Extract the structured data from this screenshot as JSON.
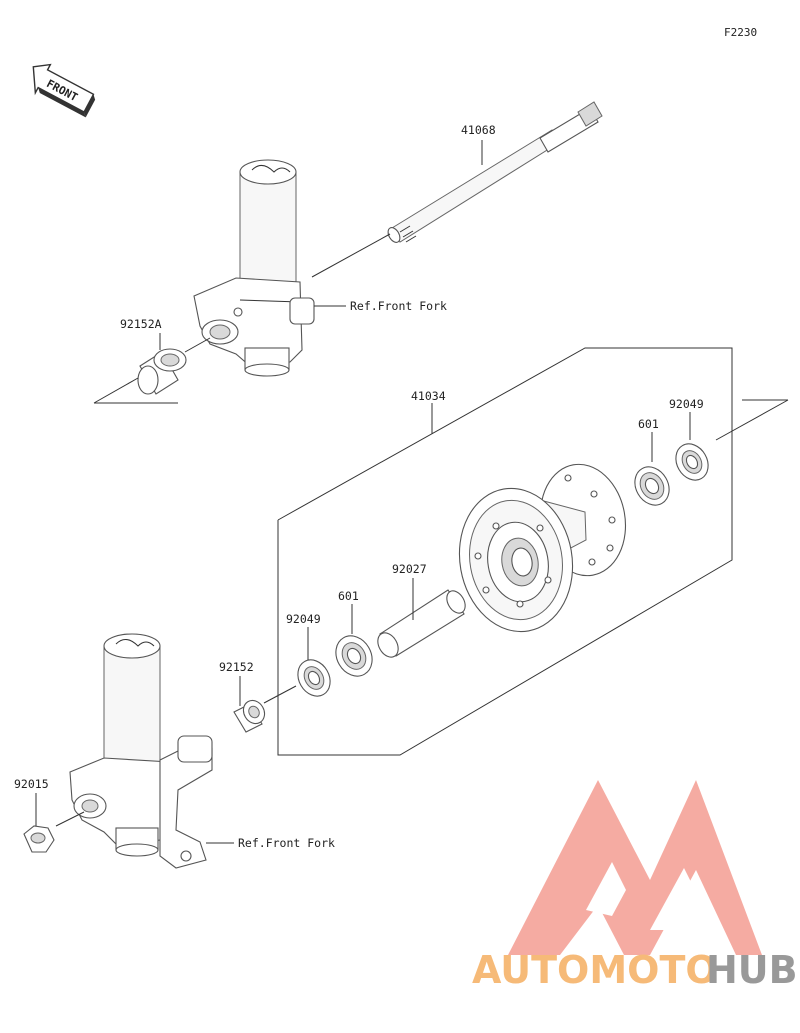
{
  "diagram_code": "F2230",
  "front_label": "FRONT",
  "parts": {
    "axle": "41068",
    "collar_a": "92152A",
    "hub": "41034",
    "seal_right": "92049",
    "bearing_right": "601",
    "spacer": "92027",
    "bearing_left": "601",
    "seal_left": "92049",
    "collar": "92152",
    "nut": "92015"
  },
  "refs": {
    "fork_upper": "Ref.Front Fork",
    "fork_lower": "Ref.Front Fork"
  },
  "watermark": {
    "brand_part1": "AUTOMOTO",
    "brand_part2": "HUB",
    "color_primary": "#f5a398",
    "color_orange": "#f6b36a",
    "color_gray": "#8f8f8f"
  }
}
